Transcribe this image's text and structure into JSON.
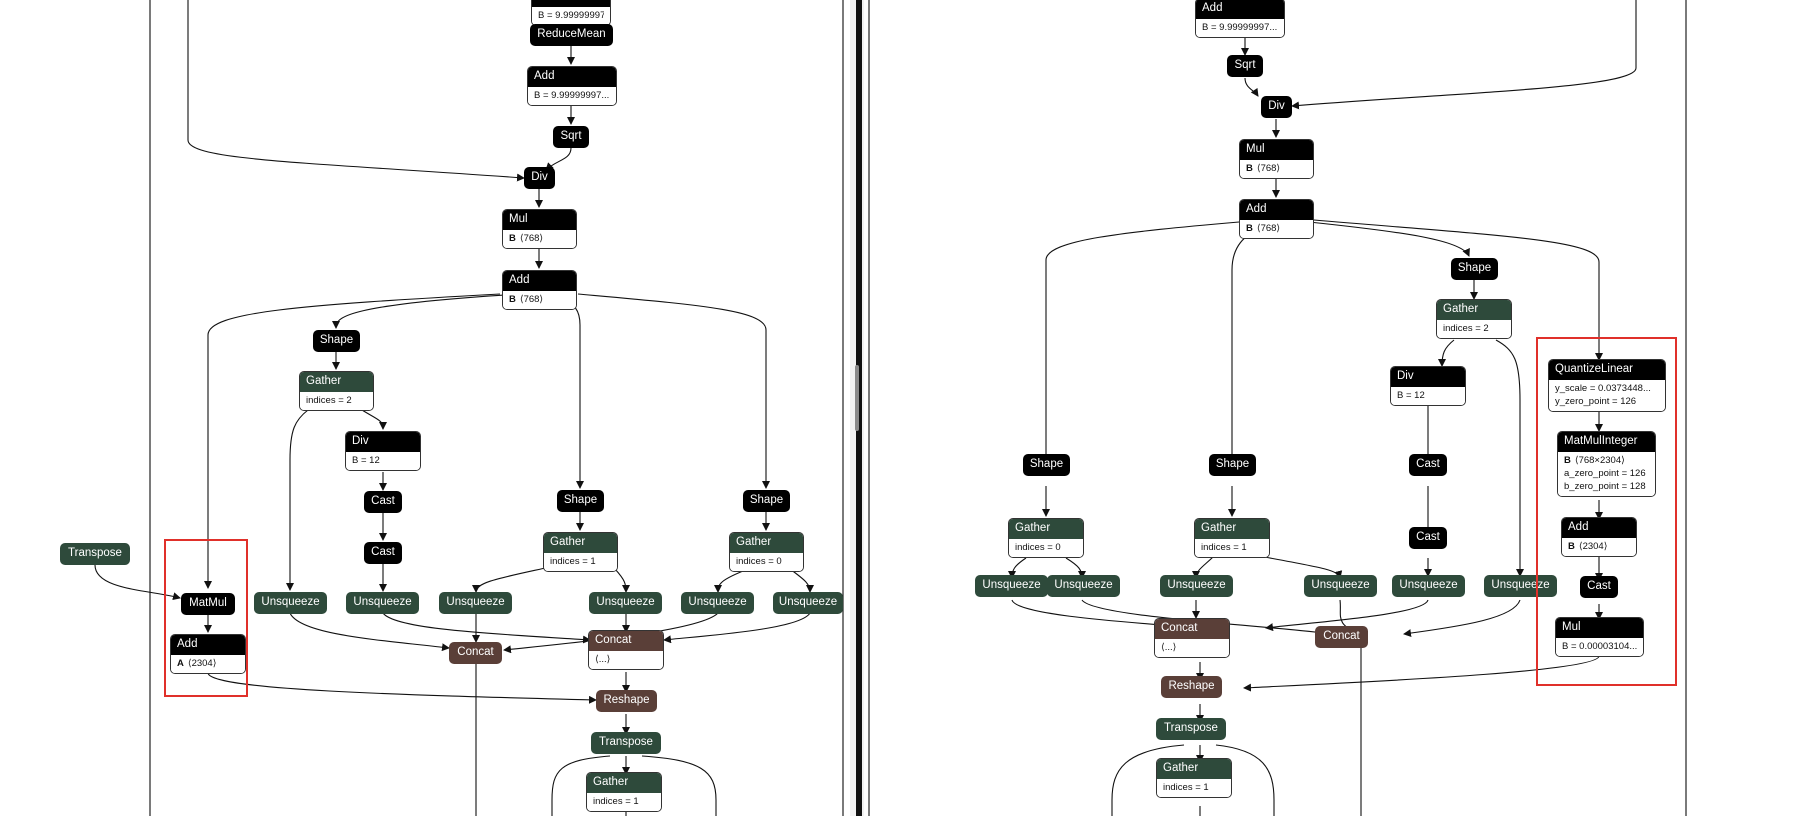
{
  "left": {
    "nodes": {
      "add_top": {
        "title": "Add",
        "attrs": [
          {
            "k": "",
            "v": "B = 9.99999997..."
          }
        ]
      },
      "reducemean": {
        "title": "ReduceMean"
      },
      "sqrt": {
        "title": "Sqrt"
      },
      "div": {
        "title": "Div"
      },
      "mul": {
        "title": "Mul",
        "attrs": [
          {
            "k": "B",
            "v": "⟨768⟩"
          }
        ]
      },
      "add2": {
        "title": "Add",
        "attrs": [
          {
            "k": "B",
            "v": "⟨768⟩"
          }
        ]
      },
      "shape1": {
        "title": "Shape"
      },
      "gather1": {
        "title": "Gather",
        "attrs": [
          {
            "k": "",
            "v": "indices = 2"
          }
        ]
      },
      "div2": {
        "title": "Div",
        "attrs": [
          {
            "k": "",
            "v": "B = 12"
          }
        ]
      },
      "cast1": {
        "title": "Cast"
      },
      "cast2": {
        "title": "Cast"
      },
      "shape2": {
        "title": "Shape"
      },
      "shape3": {
        "title": "Shape"
      },
      "gather2": {
        "title": "Gather",
        "attrs": [
          {
            "k": "",
            "v": "indices = 1"
          }
        ]
      },
      "gather3": {
        "title": "Gather",
        "attrs": [
          {
            "k": "",
            "v": "indices = 0"
          }
        ]
      },
      "transpose_in": {
        "title": "Transpose"
      },
      "matmul": {
        "title": "MatMul"
      },
      "add_a": {
        "title": "Add",
        "attrs": [
          {
            "k": "A",
            "v": "⟨2304⟩"
          }
        ]
      },
      "unsq1": {
        "title": "Unsqueeze"
      },
      "unsq2": {
        "title": "Unsqueeze"
      },
      "unsq3": {
        "title": "Unsqueeze"
      },
      "unsq4": {
        "title": "Unsqueeze"
      },
      "unsq5": {
        "title": "Unsqueeze"
      },
      "unsq6": {
        "title": "Unsqueeze"
      },
      "concat1": {
        "title": "Concat"
      },
      "concat2": {
        "title": "Concat",
        "attrs": [
          {
            "k": "",
            "v": "⟨...⟩"
          }
        ]
      },
      "reshape": {
        "title": "Reshape"
      },
      "transpose2": {
        "title": "Transpose"
      },
      "gather_b": {
        "title": "Gather",
        "attrs": [
          {
            "k": "",
            "v": "indices = 1"
          }
        ]
      }
    }
  },
  "right": {
    "nodes": {
      "add_top": {
        "title": "Add",
        "attrs": [
          {
            "k": "",
            "v": "B = 9.99999997..."
          }
        ]
      },
      "sqrt": {
        "title": "Sqrt"
      },
      "div": {
        "title": "Div"
      },
      "mul": {
        "title": "Mul",
        "attrs": [
          {
            "k": "B",
            "v": "⟨768⟩"
          }
        ]
      },
      "add2": {
        "title": "Add",
        "attrs": [
          {
            "k": "B",
            "v": "⟨768⟩"
          }
        ]
      },
      "shape_top": {
        "title": "Shape"
      },
      "gather_top": {
        "title": "Gather",
        "attrs": [
          {
            "k": "",
            "v": "indices = 2"
          }
        ]
      },
      "div2": {
        "title": "Div",
        "attrs": [
          {
            "k": "",
            "v": "B = 12"
          }
        ]
      },
      "shape_a": {
        "title": "Shape"
      },
      "shape_b": {
        "title": "Shape"
      },
      "cast1": {
        "title": "Cast"
      },
      "cast2": {
        "title": "Cast"
      },
      "gather_a": {
        "title": "Gather",
        "attrs": [
          {
            "k": "",
            "v": "indices = 0"
          }
        ]
      },
      "gather_b": {
        "title": "Gather",
        "attrs": [
          {
            "k": "",
            "v": "indices = 1"
          }
        ]
      },
      "quantize": {
        "title": "QuantizeLinear",
        "attrs": [
          {
            "k": "",
            "v": "y_scale = 0.0373448..."
          },
          {
            "k": "",
            "v": "y_zero_point = 126"
          }
        ]
      },
      "matmulint": {
        "title": "MatMulInteger",
        "attrs": [
          {
            "k": "B",
            "v": "⟨768×2304⟩"
          },
          {
            "k": "",
            "v": "a_zero_point = 126"
          },
          {
            "k": "",
            "v": "b_zero_point = 128"
          }
        ]
      },
      "add_b": {
        "title": "Add",
        "attrs": [
          {
            "k": "B",
            "v": "⟨2304⟩"
          }
        ]
      },
      "cast3": {
        "title": "Cast"
      },
      "mul2": {
        "title": "Mul",
        "attrs": [
          {
            "k": "",
            "v": "B = 0.00003104..."
          }
        ]
      },
      "unsq1": {
        "title": "Unsqueeze"
      },
      "unsq2": {
        "title": "Unsqueeze"
      },
      "unsq3": {
        "title": "Unsqueeze"
      },
      "unsq4": {
        "title": "Unsqueeze"
      },
      "unsq5": {
        "title": "Unsqueeze"
      },
      "unsq6": {
        "title": "Unsqueeze"
      },
      "concat1": {
        "title": "Concat",
        "attrs": [
          {
            "k": "",
            "v": "⟨...⟩"
          }
        ]
      },
      "concat2": {
        "title": "Concat"
      },
      "reshape": {
        "title": "Reshape"
      },
      "transpose": {
        "title": "Transpose"
      },
      "gather_c": {
        "title": "Gather",
        "attrs": [
          {
            "k": "",
            "v": "indices = 1"
          }
        ]
      }
    }
  },
  "colors": {
    "op_black": "#000000",
    "op_green": "#2e4a3b",
    "op_brown": "#5a3f38",
    "highlight_red": "#e0302a"
  }
}
